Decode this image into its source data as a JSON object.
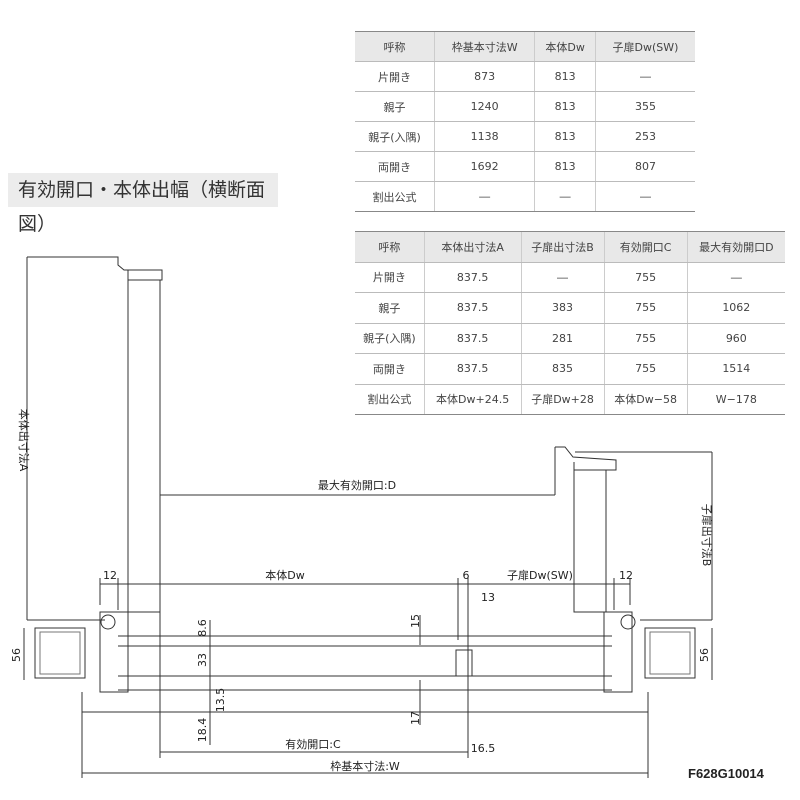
{
  "title": "有効開口・本体出幅（横断面図）",
  "table1": {
    "headers": [
      "呼称",
      "枠基本寸法W",
      "本体Dw",
      "子扉Dw(SW)"
    ],
    "rows": [
      [
        "片開き",
        "873",
        "813",
        "―"
      ],
      [
        "親子",
        "1240",
        "813",
        "355"
      ],
      [
        "親子(入隅)",
        "1138",
        "813",
        "253"
      ],
      [
        "両開き",
        "1692",
        "813",
        "807"
      ],
      [
        "割出公式",
        "―",
        "―",
        "―"
      ]
    ]
  },
  "table2": {
    "headers": [
      "呼称",
      "本体出寸法A",
      "子扉出寸法B",
      "有効開口C",
      "最大有効開口D"
    ],
    "rows": [
      [
        "片開き",
        "837.5",
        "―",
        "755",
        "―"
      ],
      [
        "親子",
        "837.5",
        "383",
        "755",
        "1062"
      ],
      [
        "親子(入隅)",
        "837.5",
        "281",
        "755",
        "960"
      ],
      [
        "両開き",
        "837.5",
        "835",
        "755",
        "1514"
      ],
      [
        "割出公式",
        "本体Dw+24.5",
        "子扉Dw+28",
        "本体Dw−58",
        "W−178"
      ]
    ]
  },
  "labels": {
    "body_out_a": "本体出寸法A",
    "max_opening_d": "最大有効開口:D",
    "body_dw": "本体Dw",
    "child_dw": "子扉Dw(SW)",
    "child_out_b": "子扉出寸法B",
    "opening_c": "有効開口:C",
    "frame_w": "枠基本寸法:W",
    "d12_left": "12",
    "d12_right": "12",
    "d6": "6",
    "d13": "13",
    "d15": "15",
    "d8_6": "8.6",
    "d33": "33",
    "d13_5": "13.5",
    "d18_4": "18.4",
    "d17": "17",
    "d16_5": "16.5",
    "d56_left": "56",
    "d56_right": "56"
  },
  "code": "F628G10014"
}
